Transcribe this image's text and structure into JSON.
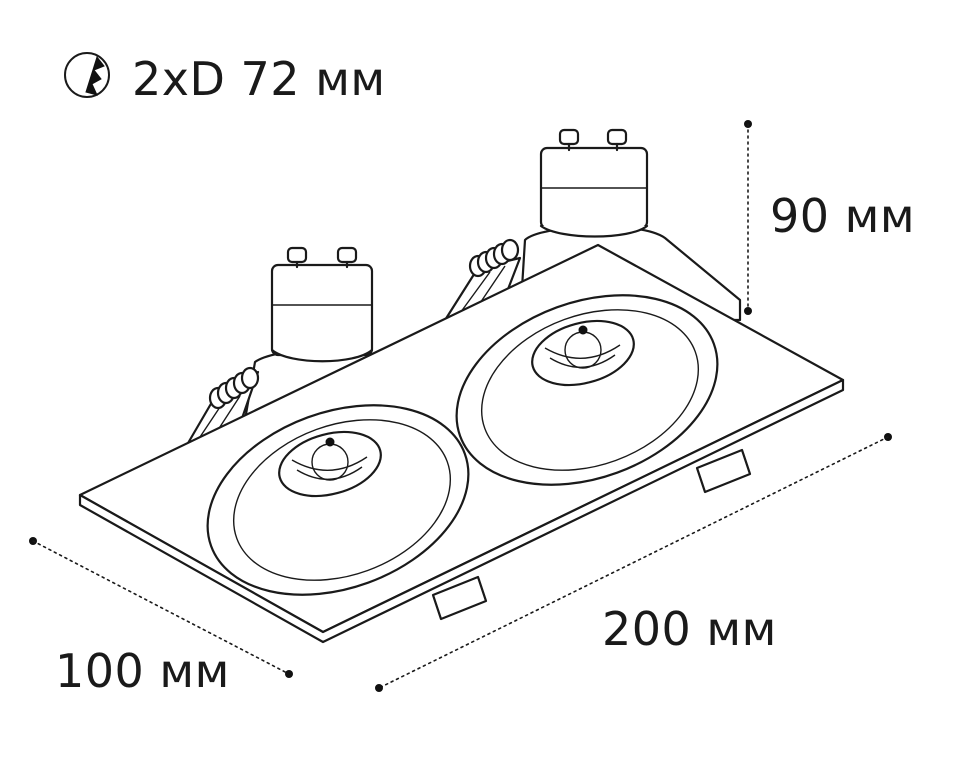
{
  "diagram": {
    "cutout_label": "2xD 72 мм",
    "height_label": "90 мм",
    "length_label": "200 мм",
    "width_label": "100 мм",
    "icons": [
      "cutout-diameter-icon"
    ],
    "line_color": "#1a1a1a",
    "background": "#ffffff"
  }
}
